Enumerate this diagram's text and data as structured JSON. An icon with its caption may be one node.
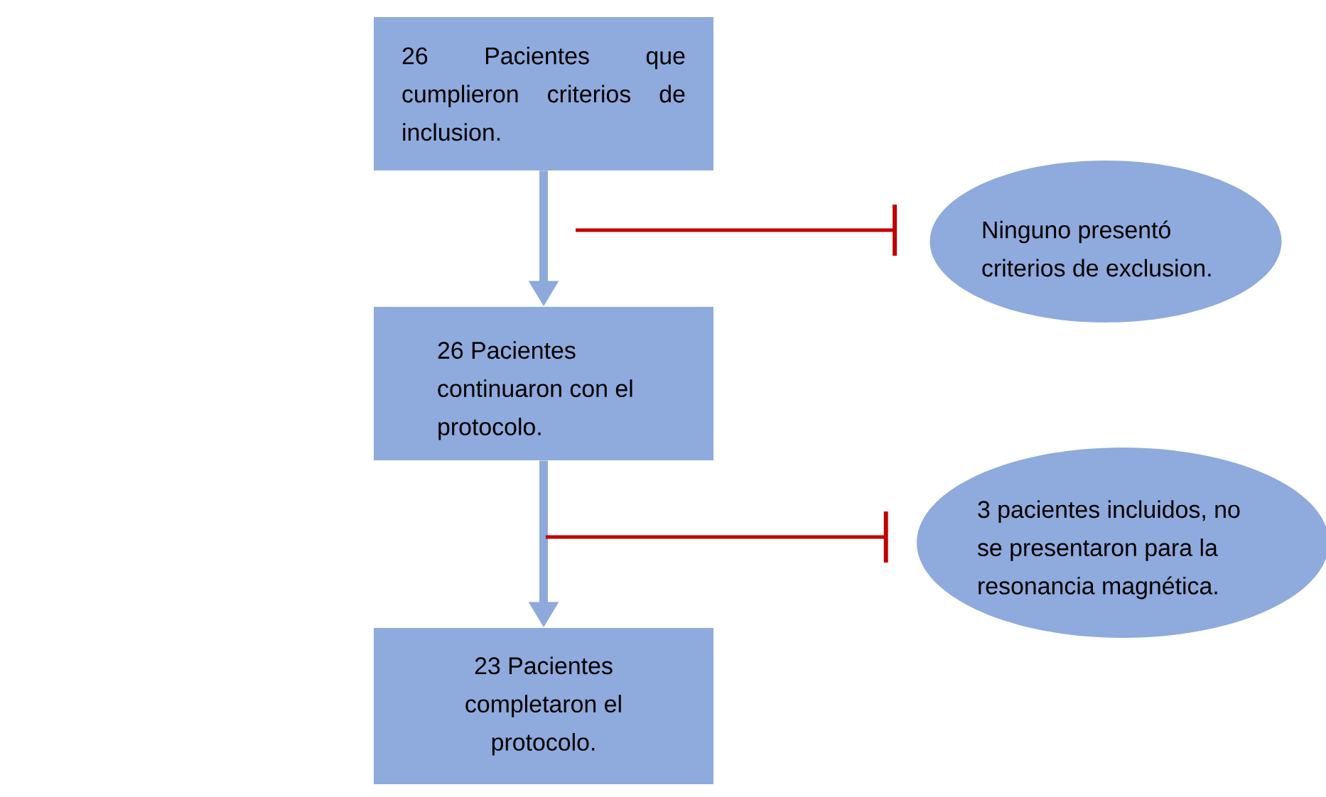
{
  "diagram": {
    "nodes": [
      {
        "text": [
          "26 Pacientes que cumplieron criterios de inclusion."
        ]
      },
      {
        "text": [
          "26 Pacientes continuaron con el protocolo."
        ]
      },
      {
        "text": [
          "23 Pacientes completaron el protocolo."
        ]
      },
      {
        "text": [
          "Ninguno presentó criterios de exclusion."
        ]
      },
      {
        "text": [
          "3 pacientes incluidos, no se presentaron para la resonancia magnética."
        ]
      }
    ],
    "edges": [
      {
        "from": 0,
        "to": 1,
        "arrow": "to",
        "style": "thick",
        "color": "#8eaadb"
      },
      {
        "from": null,
        "to": 3,
        "arrow": "other",
        "color": "#c00000"
      },
      {
        "from": 1,
        "to": 2,
        "arrow": "to",
        "style": "thick",
        "color": "#8eaadb"
      },
      {
        "from": null,
        "to": 4,
        "arrow": "other",
        "color": "#c00000"
      }
    ]
  }
}
